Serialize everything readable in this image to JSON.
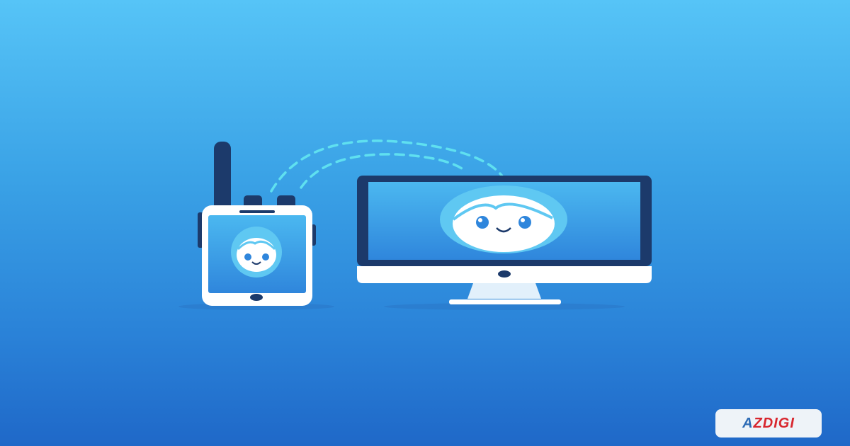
{
  "illustration": {
    "description": "Walkie-talkie phone connected wirelessly to a desktop monitor, both showing a smiling face avatar",
    "colors": {
      "background_top": "#56c4f7",
      "background_bottom": "#1f68c8",
      "device_dark": "#1c3a6b",
      "device_white": "#ffffff",
      "signal": "#5fe0f0",
      "screen": "#3a9de8"
    }
  },
  "logo": {
    "text_a": "A",
    "text_rest": "ZDIGI"
  }
}
